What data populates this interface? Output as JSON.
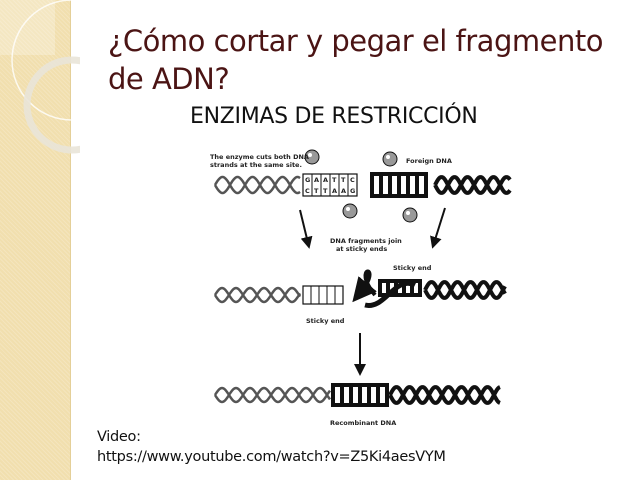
{
  "slide": {
    "title_line1": "¿Cómo cortar y pegar el fragmento",
    "title_line2": "de ADN?",
    "subtitle": "ENZIMAS DE RESTRICCIÓN",
    "video_label": "Video:",
    "video_url": "https://www.youtube.com/watch?v=Z5Ki4aesVYM",
    "colors": {
      "title": "#4b1414",
      "sidebar": "#f1dfae"
    }
  },
  "diagram": {
    "label_cut_1": "The enzyme cuts both DNA",
    "label_cut_2": "strands at the same site.",
    "label_foreign": "Foreign DNA",
    "label_join_1": "DNA fragments join",
    "label_join_2": "at sticky ends",
    "label_sticky_top": "Sticky end",
    "label_sticky_bottom": "Sticky end",
    "label_recombinant": "Recombinant DNA",
    "bases_top": [
      "G",
      "A",
      "A",
      "T",
      "T",
      "C"
    ],
    "bases_bottom": [
      "C",
      "T",
      "T",
      "A",
      "A",
      "G"
    ]
  }
}
